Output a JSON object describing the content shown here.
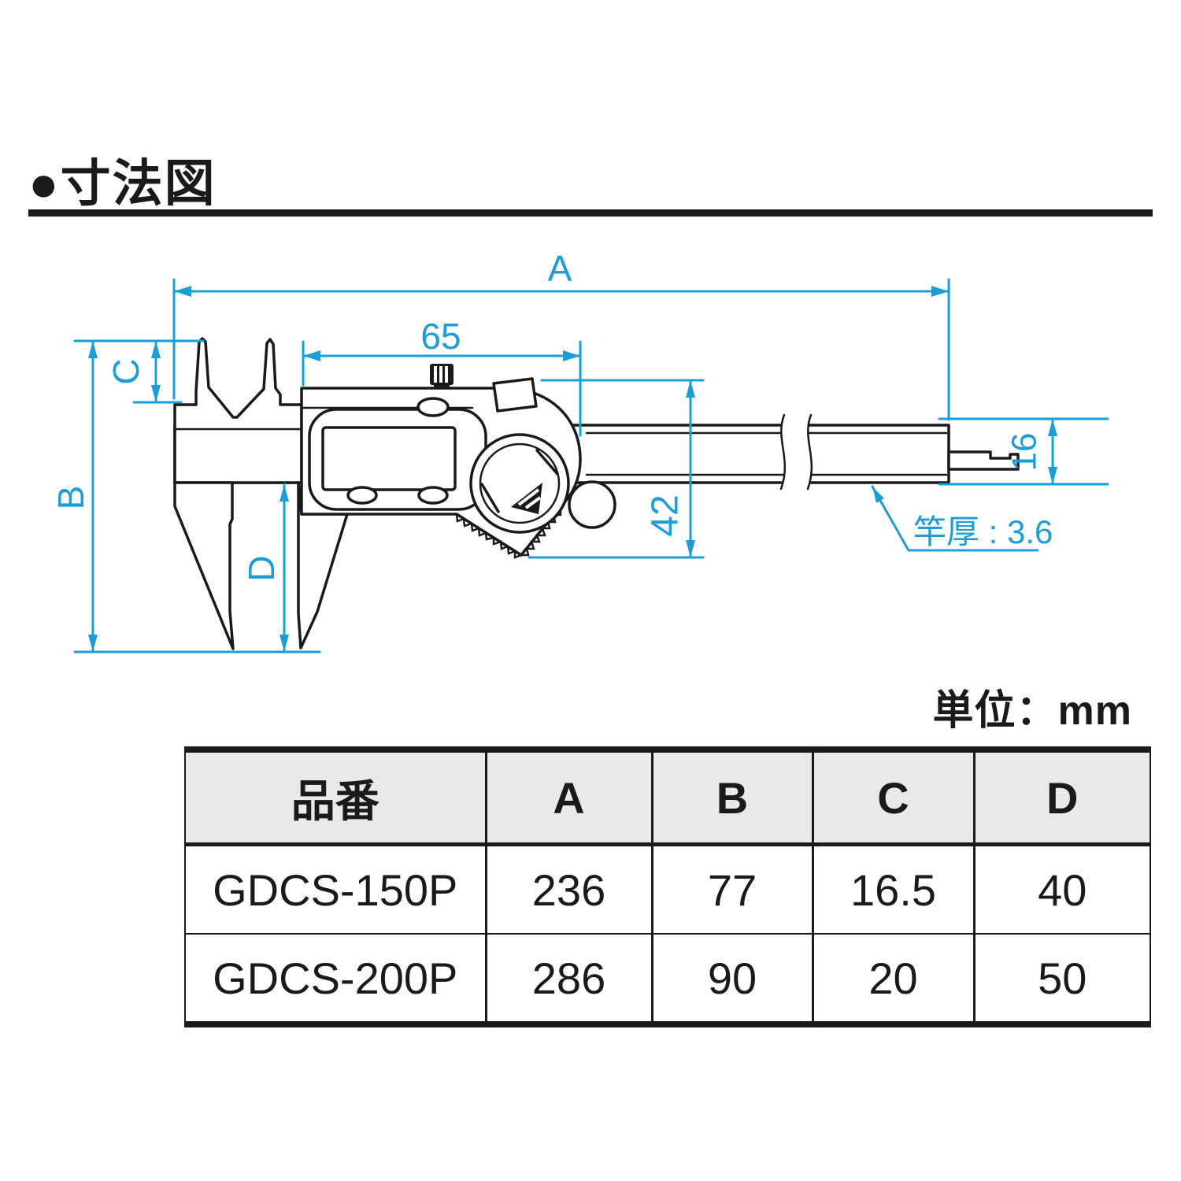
{
  "title": "●寸法図",
  "units_label": "単位：mm",
  "diagram": {
    "labels": {
      "A": "A",
      "B": "B",
      "C": "C",
      "D": "D",
      "len65": "65",
      "len42": "42",
      "len16": "16",
      "rod_thickness": "竿厚 : 3.6"
    }
  },
  "table": {
    "headers": [
      "品番",
      "A",
      "B",
      "C",
      "D"
    ],
    "rows": [
      {
        "model": "GDCS-150P",
        "a": "236",
        "b": "77",
        "c": "16.5",
        "d": "40"
      },
      {
        "model": "GDCS-200P",
        "a": "286",
        "b": "90",
        "c": "20",
        "d": "50"
      }
    ]
  },
  "colors": {
    "dimension_blue": "#1E9CD6",
    "line_black": "#1a1a1a",
    "table_header_bg": "#e9e9e9"
  }
}
